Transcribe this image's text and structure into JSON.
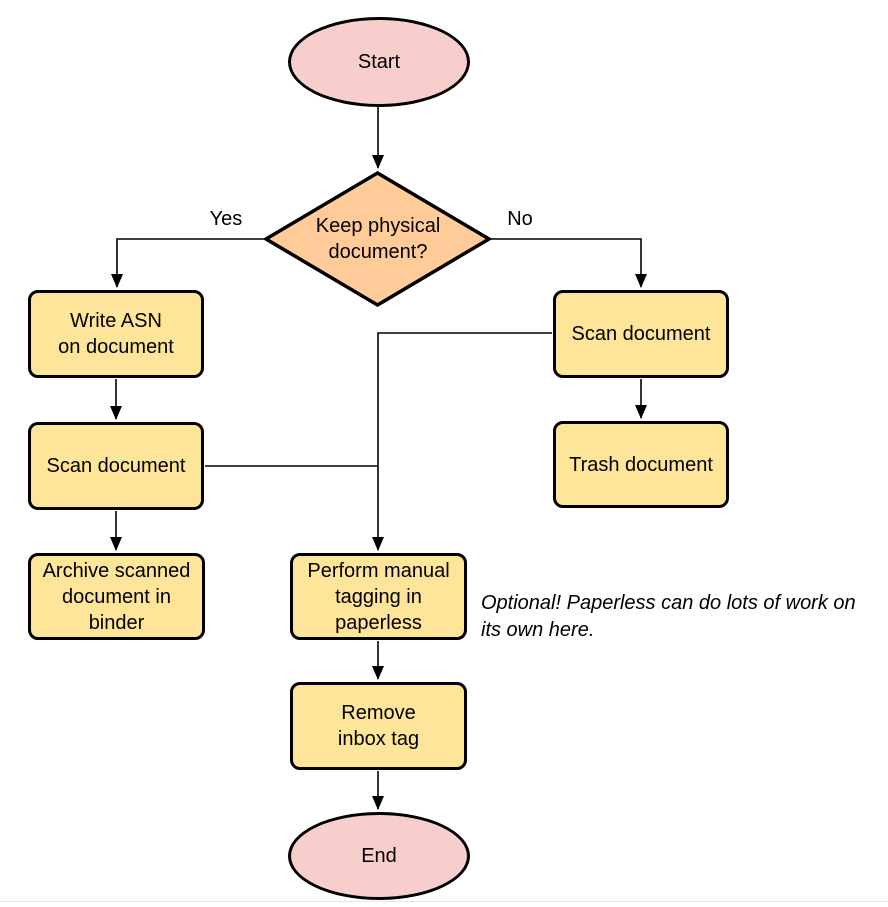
{
  "colors": {
    "terminal_fill": "#f8cecc",
    "decision_fill": "#ffcc99",
    "process_fill": "#ffe599",
    "stroke": "#000000",
    "edge": "#000000",
    "footer_line": "#e8e8e8"
  },
  "nodes": {
    "start": {
      "label": "Start",
      "type": "terminal"
    },
    "decision": {
      "label": "Keep physical\ndocument?",
      "type": "decision"
    },
    "write_asn": {
      "label": "Write ASN\non document",
      "type": "process"
    },
    "scan_left": {
      "label": "Scan document",
      "type": "process"
    },
    "archive": {
      "label": "Archive scanned\ndocument in\nbinder",
      "type": "process"
    },
    "scan_right": {
      "label": "Scan document",
      "type": "process"
    },
    "trash": {
      "label": "Trash document",
      "type": "process"
    },
    "perform_tagging": {
      "label": "Perform manual\ntagging in\npaperless",
      "type": "process"
    },
    "remove_inbox_tag": {
      "label": "Remove\ninbox tag",
      "type": "process"
    },
    "end": {
      "label": "End",
      "type": "terminal"
    }
  },
  "edge_labels": {
    "yes": "Yes",
    "no": "No"
  },
  "note": "Optional! Paperless can do lots of work on\nits own here.",
  "edges": [
    {
      "from": "start",
      "to": "decision"
    },
    {
      "from": "decision",
      "to": "write_asn",
      "label": "Yes"
    },
    {
      "from": "decision",
      "to": "scan_right",
      "label": "No"
    },
    {
      "from": "write_asn",
      "to": "scan_left"
    },
    {
      "from": "scan_left",
      "to": "archive"
    },
    {
      "from": "scan_left",
      "to": "perform_tagging"
    },
    {
      "from": "scan_right",
      "to": "trash"
    },
    {
      "from": "scan_right",
      "to": "perform_tagging"
    },
    {
      "from": "perform_tagging",
      "to": "remove_inbox_tag"
    },
    {
      "from": "remove_inbox_tag",
      "to": "end"
    }
  ]
}
